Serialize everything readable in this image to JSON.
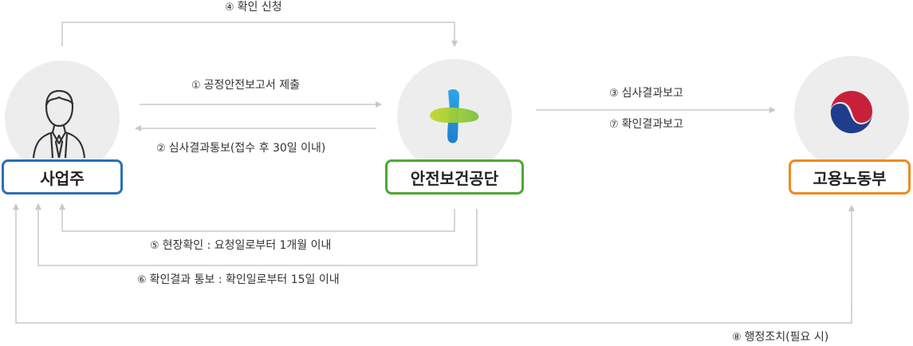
{
  "nodes": {
    "employer": {
      "label": "사업주",
      "border_color": "#2c6fb7"
    },
    "kosha": {
      "label": "안전보건공단",
      "border_color": "#4ea833"
    },
    "moel": {
      "label": "고용노동부",
      "border_color": "#ef8a1f"
    }
  },
  "steps": [
    {
      "num": "④",
      "text": "확인 신청"
    },
    {
      "num": "①",
      "text": "공정안전보고서 제출"
    },
    {
      "num": "②",
      "text": "심사결과통보(접수 후 30일 이내)"
    },
    {
      "num": "③",
      "text": "심사결과보고"
    },
    {
      "num": "⑦",
      "text": "확인결과보고"
    },
    {
      "num": "⑤",
      "text": "현장확인 : 요청일로부터 1개월 이내"
    },
    {
      "num": "⑥",
      "text": "확인결과 통보 : 확인일로부터 15일 이내"
    },
    {
      "num": "⑧",
      "text": "행정조치(필요 시)"
    }
  ],
  "colors": {
    "line": "#c8c8c8",
    "circle": "#ededed"
  },
  "icons": {
    "employer": "person-icon",
    "kosha": "cross-logo-icon",
    "moel": "taegeuk-logo-icon"
  }
}
